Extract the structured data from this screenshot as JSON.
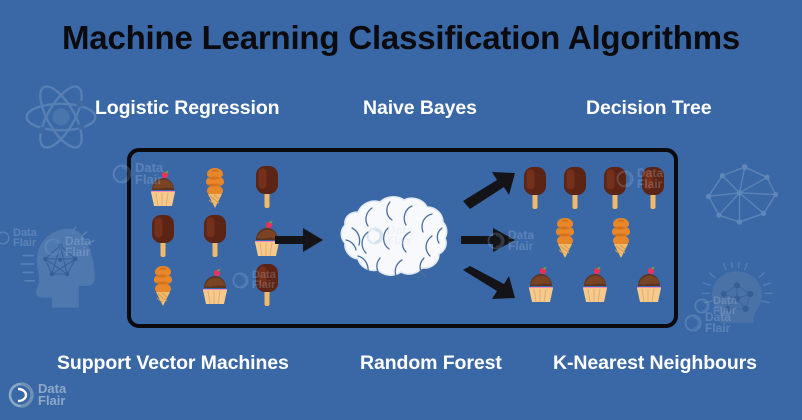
{
  "page": {
    "title": "Machine Learning Classification Algorithms",
    "background_color": "#3a68a6",
    "title_color": "#0b0b0f",
    "label_color": "#ffffff",
    "box_border_color": "#0a0a0f"
  },
  "top_labels": [
    {
      "id": "logistic-regression",
      "text": "Logistic Regression"
    },
    {
      "id": "naive-bayes",
      "text": "Naive Bayes"
    },
    {
      "id": "decision-tree",
      "text": "Decision Tree"
    }
  ],
  "bottom_labels": [
    {
      "id": "support-vector-machines",
      "text": "Support Vector Machines"
    },
    {
      "id": "random-forest",
      "text": "Random Forest"
    },
    {
      "id": "k-nearest-neighbours",
      "text": "K-Nearest Neighbours"
    }
  ],
  "diagram": {
    "input_grid": {
      "rows": 3,
      "cols": 3,
      "items": [
        [
          "cupcake",
          "soft-serve-cone",
          "popsicle"
        ],
        [
          "popsicle",
          "popsicle",
          "cupcake"
        ],
        [
          "soft-serve-cone",
          "cupcake",
          "popsicle"
        ]
      ]
    },
    "input_arrow": {
      "icon": "arrow-right-icon",
      "direction": "right"
    },
    "classifier": {
      "icon": "brain-icon",
      "label": "brain"
    },
    "output_arrows": [
      {
        "icon": "arrow-up-right-icon",
        "direction": "up-right"
      },
      {
        "icon": "arrow-right-icon",
        "direction": "right"
      },
      {
        "icon": "arrow-down-right-icon",
        "direction": "down-right"
      }
    ],
    "output_groups": [
      {
        "class": "popsicle",
        "count": 4
      },
      {
        "class": "soft-serve-cone",
        "count": 2
      },
      {
        "class": "cupcake",
        "count": 3
      }
    ]
  },
  "decorations": [
    {
      "id": "atom-icon",
      "position": "top-left"
    },
    {
      "id": "head-neural-network-icon",
      "position": "middle-left"
    },
    {
      "id": "polygonal-brain-icon",
      "position": "middle-right"
    },
    {
      "id": "network-chip-icon",
      "position": "bottom-right"
    }
  ],
  "watermark": {
    "line1": "Data",
    "line2": "Flair"
  },
  "brand": {
    "line1": "Data",
    "line2": "Flair"
  }
}
